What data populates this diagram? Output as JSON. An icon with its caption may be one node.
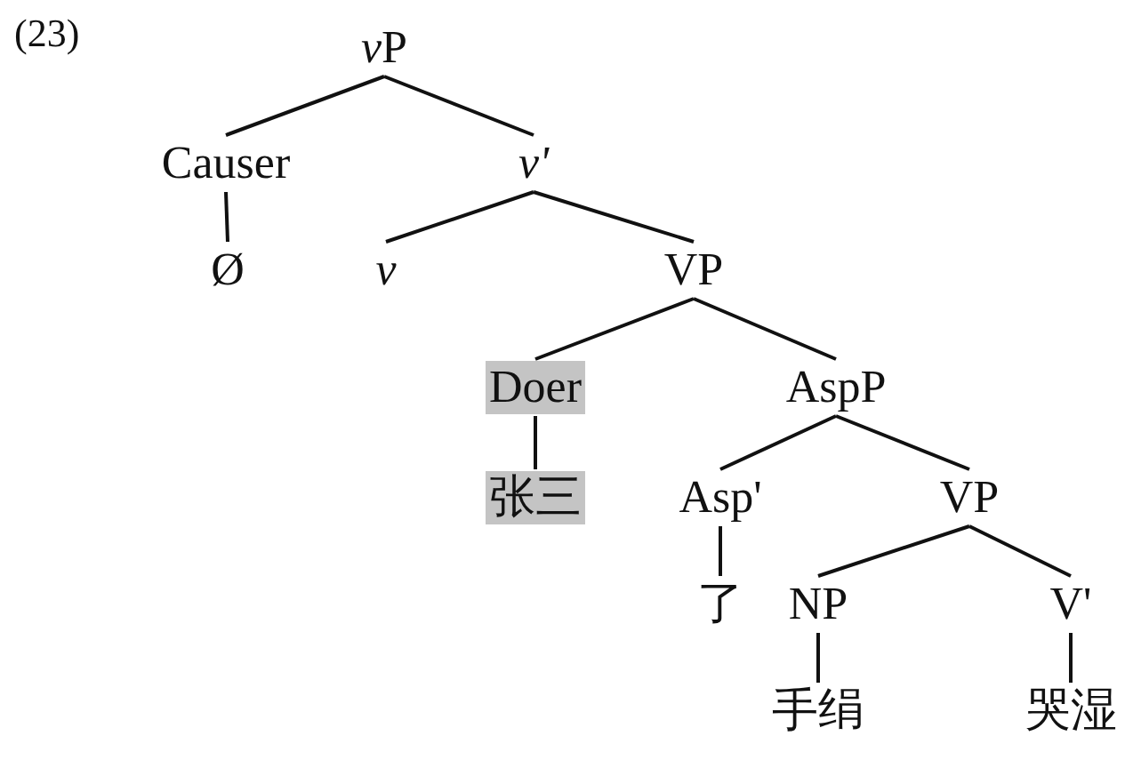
{
  "diagram": {
    "nodes": [
      {
        "text": [
          "vP"
        ]
      },
      {
        "text": [
          "Causer"
        ]
      },
      {
        "text": [
          "v'"
        ]
      },
      {
        "text": [
          "Ø"
        ]
      },
      {
        "text": [
          "v"
        ]
      },
      {
        "text": [
          "VP"
        ]
      },
      {
        "text": [
          "Doer"
        ]
      },
      {
        "text": [
          "AspP"
        ]
      },
      {
        "text": [
          "张三"
        ]
      },
      {
        "text": [
          "Asp'"
        ]
      },
      {
        "text": [
          "VP"
        ]
      },
      {
        "text": [
          "了"
        ]
      },
      {
        "text": [
          "NP"
        ]
      },
      {
        "text": [
          "V'"
        ]
      },
      {
        "text": [
          "手绢"
        ]
      },
      {
        "text": [
          "哭湿"
        ]
      }
    ],
    "edges": [
      {
        "from": 0,
        "to": 1,
        "arrow": "none"
      },
      {
        "from": 0,
        "to": 2,
        "arrow": "none"
      },
      {
        "from": 1,
        "to": 3,
        "arrow": "none"
      },
      {
        "from": 2,
        "to": 4,
        "arrow": "none"
      },
      {
        "from": 2,
        "to": 5,
        "arrow": "none"
      },
      {
        "from": 5,
        "to": 6,
        "arrow": "none"
      },
      {
        "from": 5,
        "to": 7,
        "arrow": "none"
      },
      {
        "from": 6,
        "to": 8,
        "arrow": "none"
      },
      {
        "from": 7,
        "to": 9,
        "arrow": "none"
      },
      {
        "from": 7,
        "to": 10,
        "arrow": "none"
      },
      {
        "from": 9,
        "to": 11,
        "arrow": "none"
      },
      {
        "from": 10,
        "to": 12,
        "arrow": "none"
      },
      {
        "from": 10,
        "to": 13,
        "arrow": "none"
      },
      {
        "from": 12,
        "to": 14,
        "arrow": "none"
      },
      {
        "from": 13,
        "to": 15,
        "arrow": "none"
      }
    ],
    "labels": [
      "(23)"
    ]
  }
}
